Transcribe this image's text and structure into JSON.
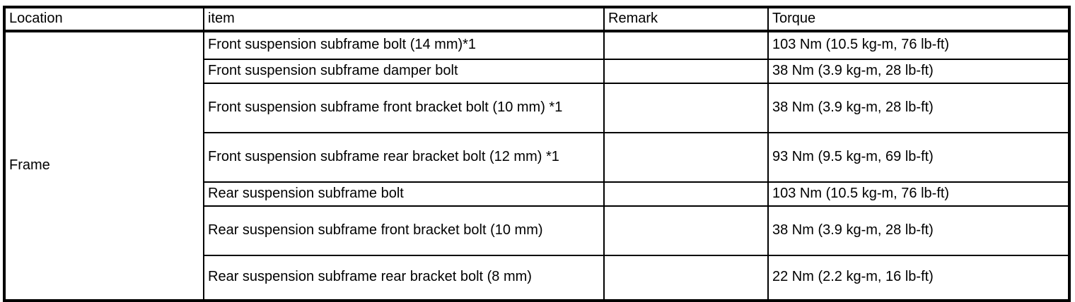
{
  "table": {
    "headers": {
      "location": "Location",
      "item": "item",
      "remark": "Remark",
      "torque": "Torque"
    },
    "location_value": "Frame",
    "rows": [
      {
        "item": "Front suspension subframe bolt (14 mm)*1",
        "remark": "",
        "torque": "103 Nm (10.5 kg-m, 76 lb-ft)"
      },
      {
        "item": "Front suspension subframe damper bolt",
        "remark": "",
        "torque": "38 Nm (3.9 kg-m, 28 lb-ft)"
      },
      {
        "item": "Front suspension subframe front bracket bolt (10 mm) *1",
        "remark": "",
        "torque": "38 Nm (3.9 kg-m, 28 lb-ft)"
      },
      {
        "item": "Front suspension subframe rear bracket bolt (12 mm) *1",
        "remark": "",
        "torque": "93 Nm (9.5 kg-m, 69 lb-ft)"
      },
      {
        "item": "Rear suspension subframe bolt",
        "remark": "",
        "torque": "103 Nm (10.5 kg-m, 76 lb-ft)"
      },
      {
        "item": "Rear suspension subframe front bracket bolt (10 mm)",
        "remark": "",
        "torque": "38 Nm (3.9 kg-m, 28 lb-ft)"
      },
      {
        "item": "Rear suspension subframe rear bracket bolt (8 mm)",
        "remark": "",
        "torque": "22 Nm (2.2 kg-m, 16 lb-ft)"
      }
    ]
  },
  "colors": {
    "border": "#000000",
    "text": "#000000",
    "background": "#ffffff"
  }
}
